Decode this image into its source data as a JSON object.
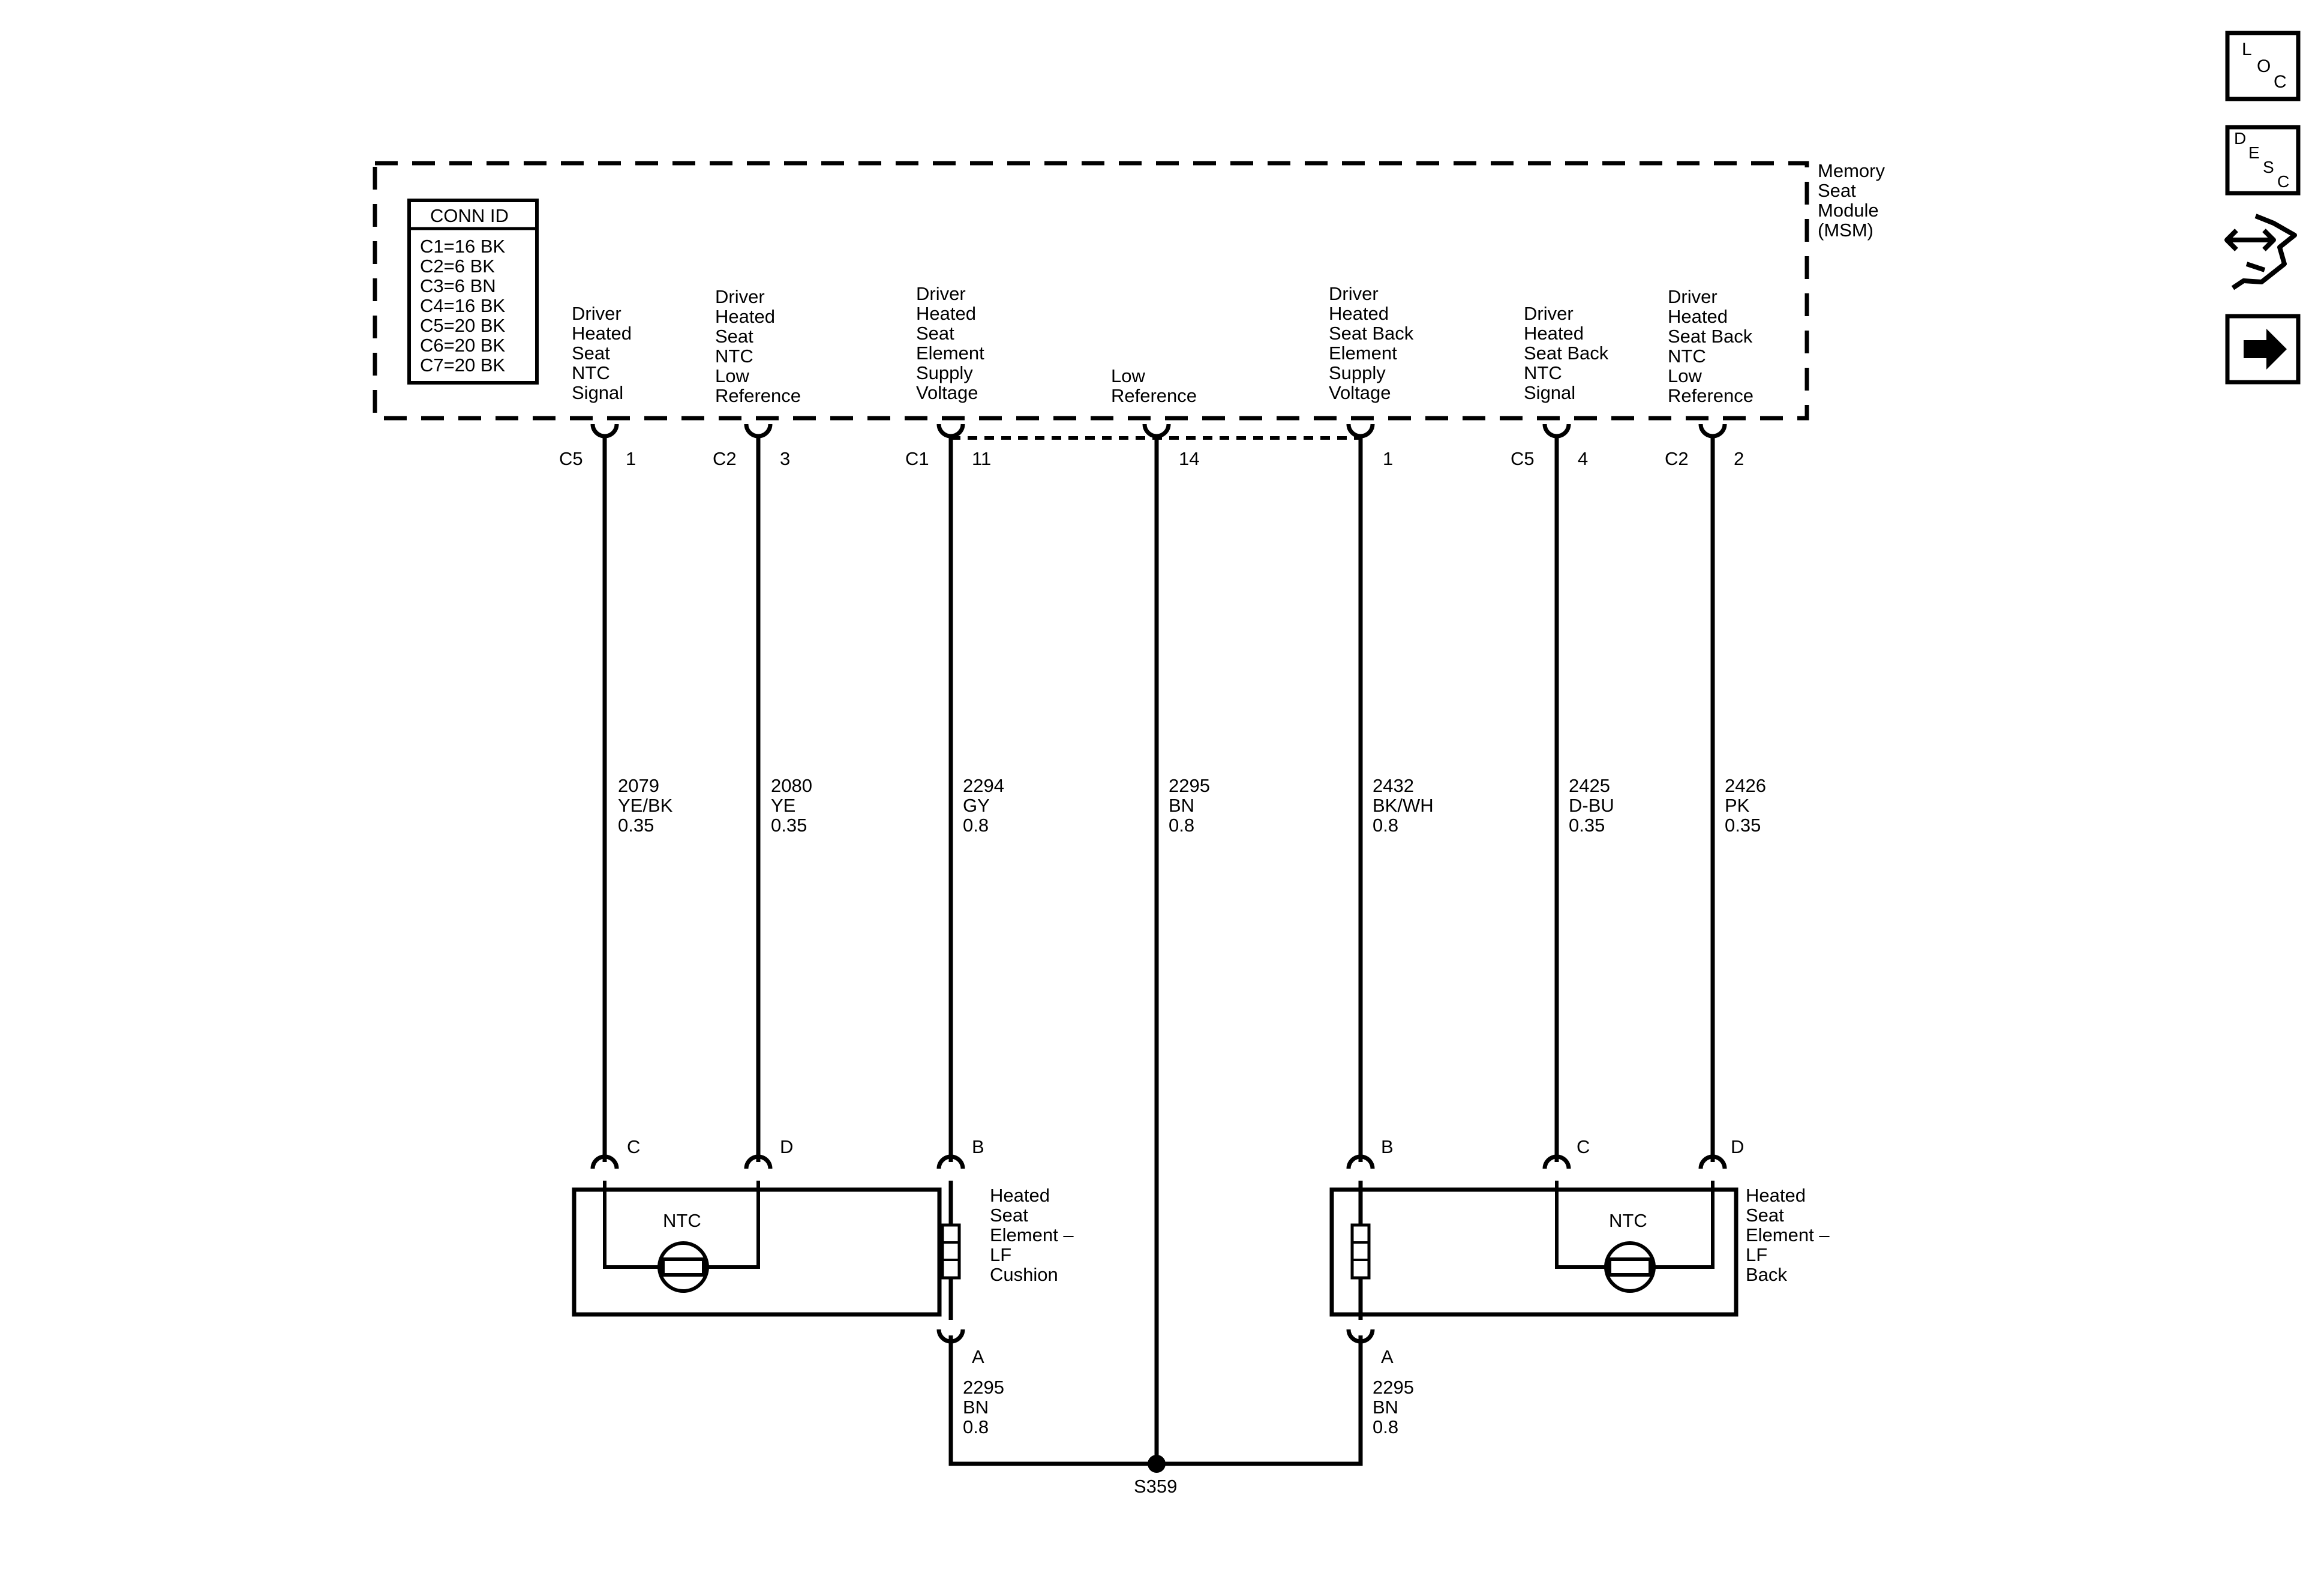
{
  "module": {
    "name_lines": [
      "Memory",
      "Seat",
      "Module",
      "(MSM)"
    ],
    "conn_id": {
      "title": "CONN ID",
      "rows": [
        "C1=16 BK",
        "C2=6 BK",
        "C3=6 BN",
        "C4=16 BK",
        "C5=20 BK",
        "C6=20 BK",
        "C7=20 BK"
      ]
    },
    "pins": [
      {
        "lines": [
          "Driver",
          "Heated",
          "Seat",
          "NTC",
          "Signal"
        ],
        "connector": "C5",
        "pin": "1"
      },
      {
        "lines": [
          "Driver",
          "Heated",
          "Seat",
          "NTC",
          "Low",
          "Reference"
        ],
        "connector": "C2",
        "pin": "3"
      },
      {
        "lines": [
          "Driver",
          "Heated",
          "Seat",
          "Element",
          "Supply",
          "Voltage"
        ],
        "connector": "C1",
        "pin": "11"
      },
      {
        "lines": [
          "Low",
          "Reference"
        ],
        "connector": "",
        "pin": "14"
      },
      {
        "lines": [
          "Driver",
          "Heated",
          "Seat Back",
          "Element",
          "Supply",
          "Voltage"
        ],
        "connector": "",
        "pin": "1"
      },
      {
        "lines": [
          "Driver",
          "Heated",
          "Seat Back",
          "NTC",
          "Signal"
        ],
        "connector": "C5",
        "pin": "4"
      },
      {
        "lines": [
          "Driver",
          "Heated",
          "Seat Back",
          "NTC",
          "Low",
          "Reference"
        ],
        "connector": "C2",
        "pin": "2"
      }
    ]
  },
  "wires": [
    {
      "circuit": "2079",
      "color": "YE/BK",
      "gauge": "0.35"
    },
    {
      "circuit": "2080",
      "color": "YE",
      "gauge": "0.35"
    },
    {
      "circuit": "2294",
      "color": "GY",
      "gauge": "0.8"
    },
    {
      "circuit": "2295",
      "color": "BN",
      "gauge": "0.8"
    },
    {
      "circuit": "2432",
      "color": "BK/WH",
      "gauge": "0.8"
    },
    {
      "circuit": "2425",
      "color": "D-BU",
      "gauge": "0.35"
    },
    {
      "circuit": "2426",
      "color": "PK",
      "gauge": "0.35"
    }
  ],
  "cushion": {
    "name_lines": [
      "Heated",
      "Seat",
      "Element –",
      "LF",
      "Cushion"
    ],
    "ntc_label": "NTC",
    "pins_top": [
      "C",
      "D",
      "B"
    ],
    "pin_bottom": "A",
    "ground_wire": {
      "circuit": "2295",
      "color": "BN",
      "gauge": "0.8"
    }
  },
  "back": {
    "name_lines": [
      "Heated",
      "Seat",
      "Element –",
      "LF",
      "Back"
    ],
    "ntc_label": "NTC",
    "pins_top": [
      "B",
      "C",
      "D"
    ],
    "pin_bottom": "A",
    "ground_wire": {
      "circuit": "2295",
      "color": "BN",
      "gauge": "0.8"
    }
  },
  "splice": "S359",
  "nav": {
    "loc": [
      "L",
      "O",
      "C"
    ],
    "desc": [
      "D",
      "E",
      "S",
      "C"
    ]
  }
}
